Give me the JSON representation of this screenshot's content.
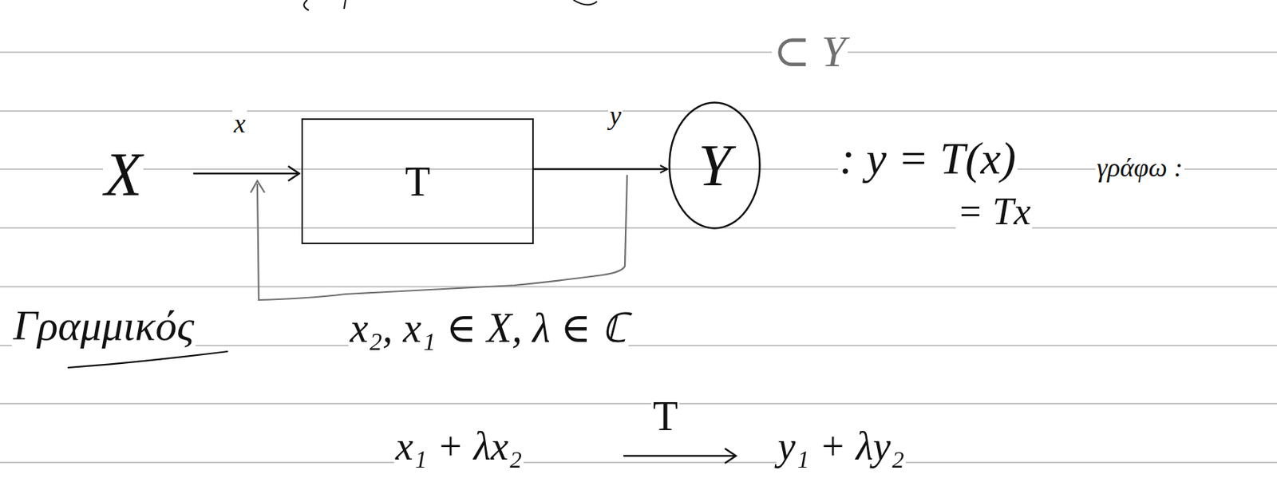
{
  "diagram": {
    "nodes": [
      {
        "text": [
          "T"
        ]
      },
      {
        "text": [
          "Y"
        ]
      }
    ],
    "edges": [
      {
        "from": 0,
        "to": 1,
        "arrow": "to",
        "label": "y"
      }
    ],
    "labels": [
      "X",
      "x",
      "⊂ Y",
      ": y = T(x)",
      "γράφω :",
      "= Tx",
      "Γραμμικός",
      "x₂, x₁ ∈ X, λ ∈ ℂ",
      "x₁ + λx₂",
      "T",
      "y₁ + λy₂"
    ]
  }
}
